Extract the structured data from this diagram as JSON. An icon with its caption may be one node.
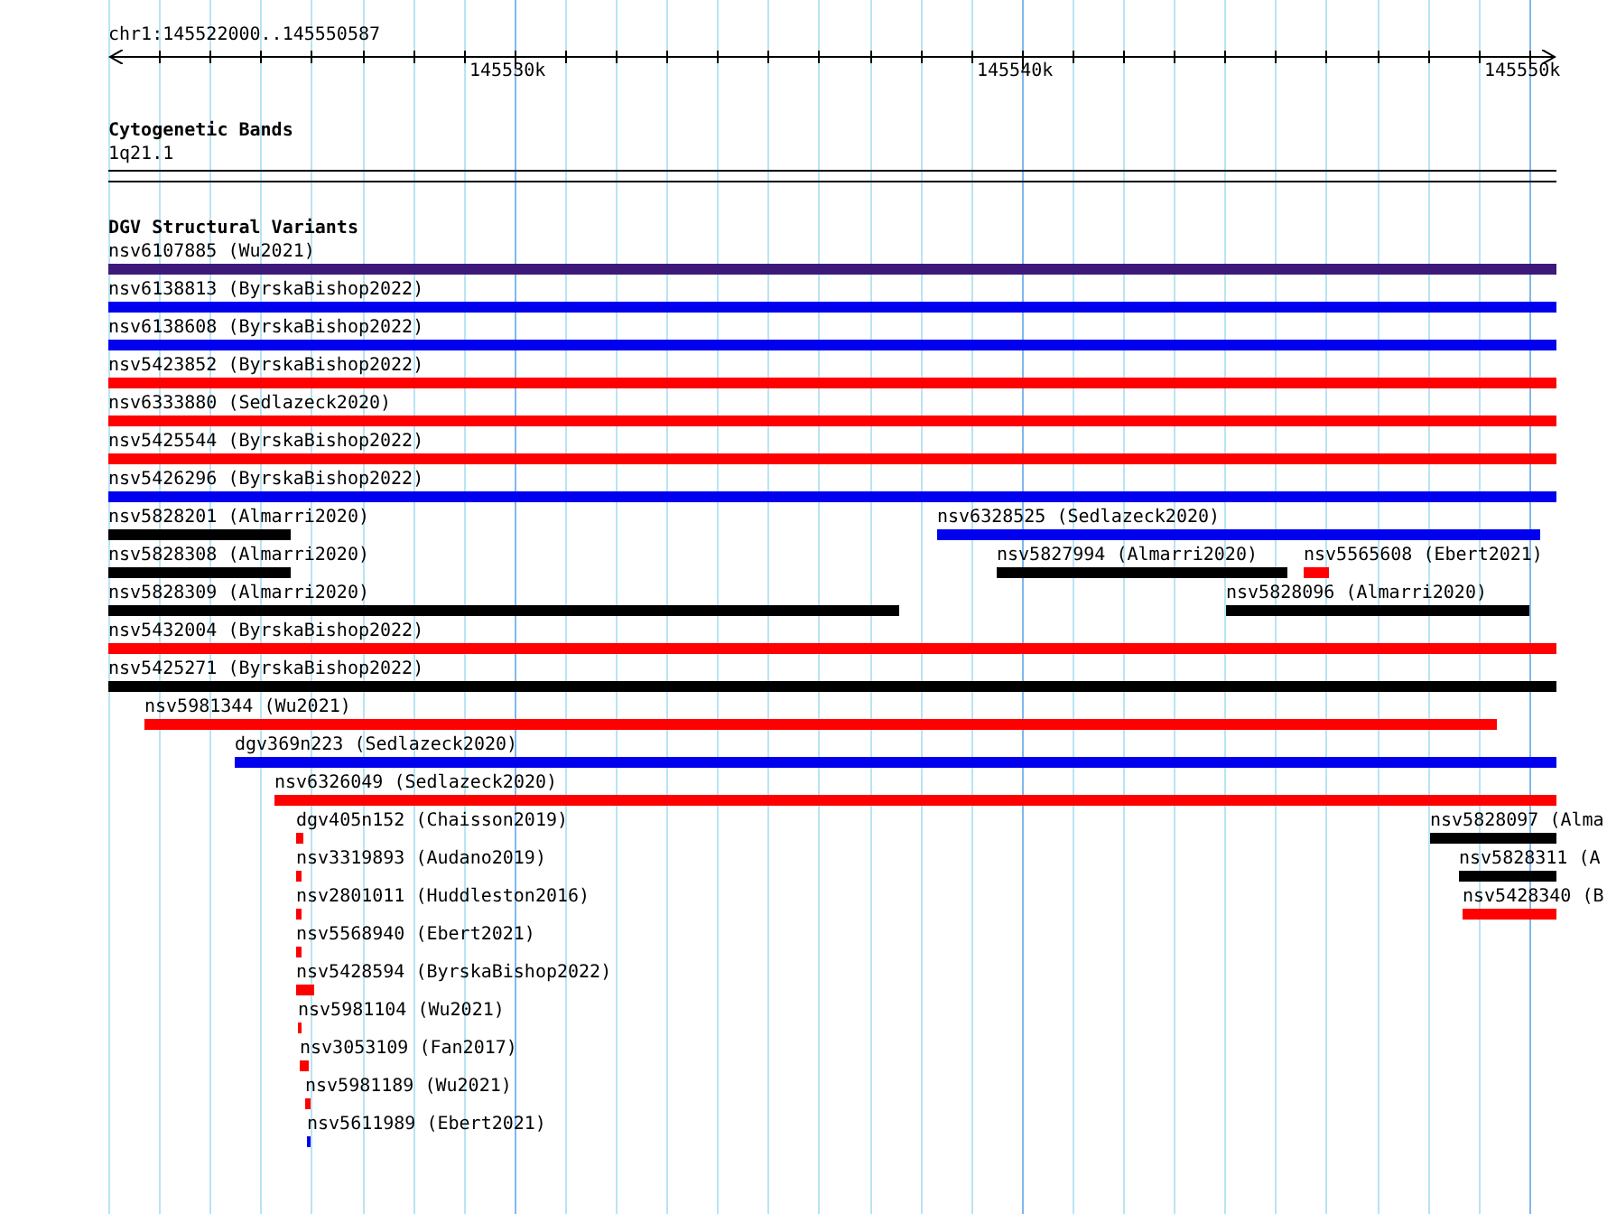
{
  "diagram": {
    "labels": [
      "chr1:145522000..145550587",
      "145530k",
      "145540k",
      "145550k",
      "Cytogenetic Bands",
      "1q21.1",
      "DGV Structural Variants",
      "nsv6107885 (Wu2021)",
      "nsv6138813 (ByrskaBishop2022)",
      "nsv6138608 (ByrskaBishop2022)",
      "nsv5423852 (ByrskaBishop2022)",
      "nsv6333880 (Sedlazeck2020)",
      "nsv5425544 (ByrskaBishop2022)",
      "nsv5426296 (ByrskaBishop2022)",
      "nsv5828201 (Almarri2020)",
      "nsv6328525 (Sedlazeck2020)",
      "nsv5828308 (Almarri2020)",
      "nsv5827994 (Almarri2020)",
      "nsv5565608 (Ebert2021)",
      "nsv5828309 (Almarri2020)",
      "nsv5828096 (Almarri2020)",
      "nsv5432004 (ByrskaBishop2022)",
      "nsv5425271 (ByrskaBishop2022)",
      "nsv5981344 (Wu2021)",
      "dgv369n223 (Sedlazeck2020)",
      "nsv6326049 (Sedlazeck2020)",
      "dgv405n152 (Chaisson2019)",
      "nsv5828097 (Alma",
      "nsv3319893 (Audano2019)",
      "nsv5828311 (A",
      "nsv2801011 (Huddleston2016)",
      "nsv5428340 (B",
      "nsv5568940 (Ebert2021)",
      "nsv5428594 (ByrskaBishop2022)",
      "nsv5981104 (Wu2021)",
      "nsv3053109 (Fan2017)",
      "nsv5981189 (Wu2021)",
      "nsv5611989 (Ebert2021)"
    ]
  }
}
